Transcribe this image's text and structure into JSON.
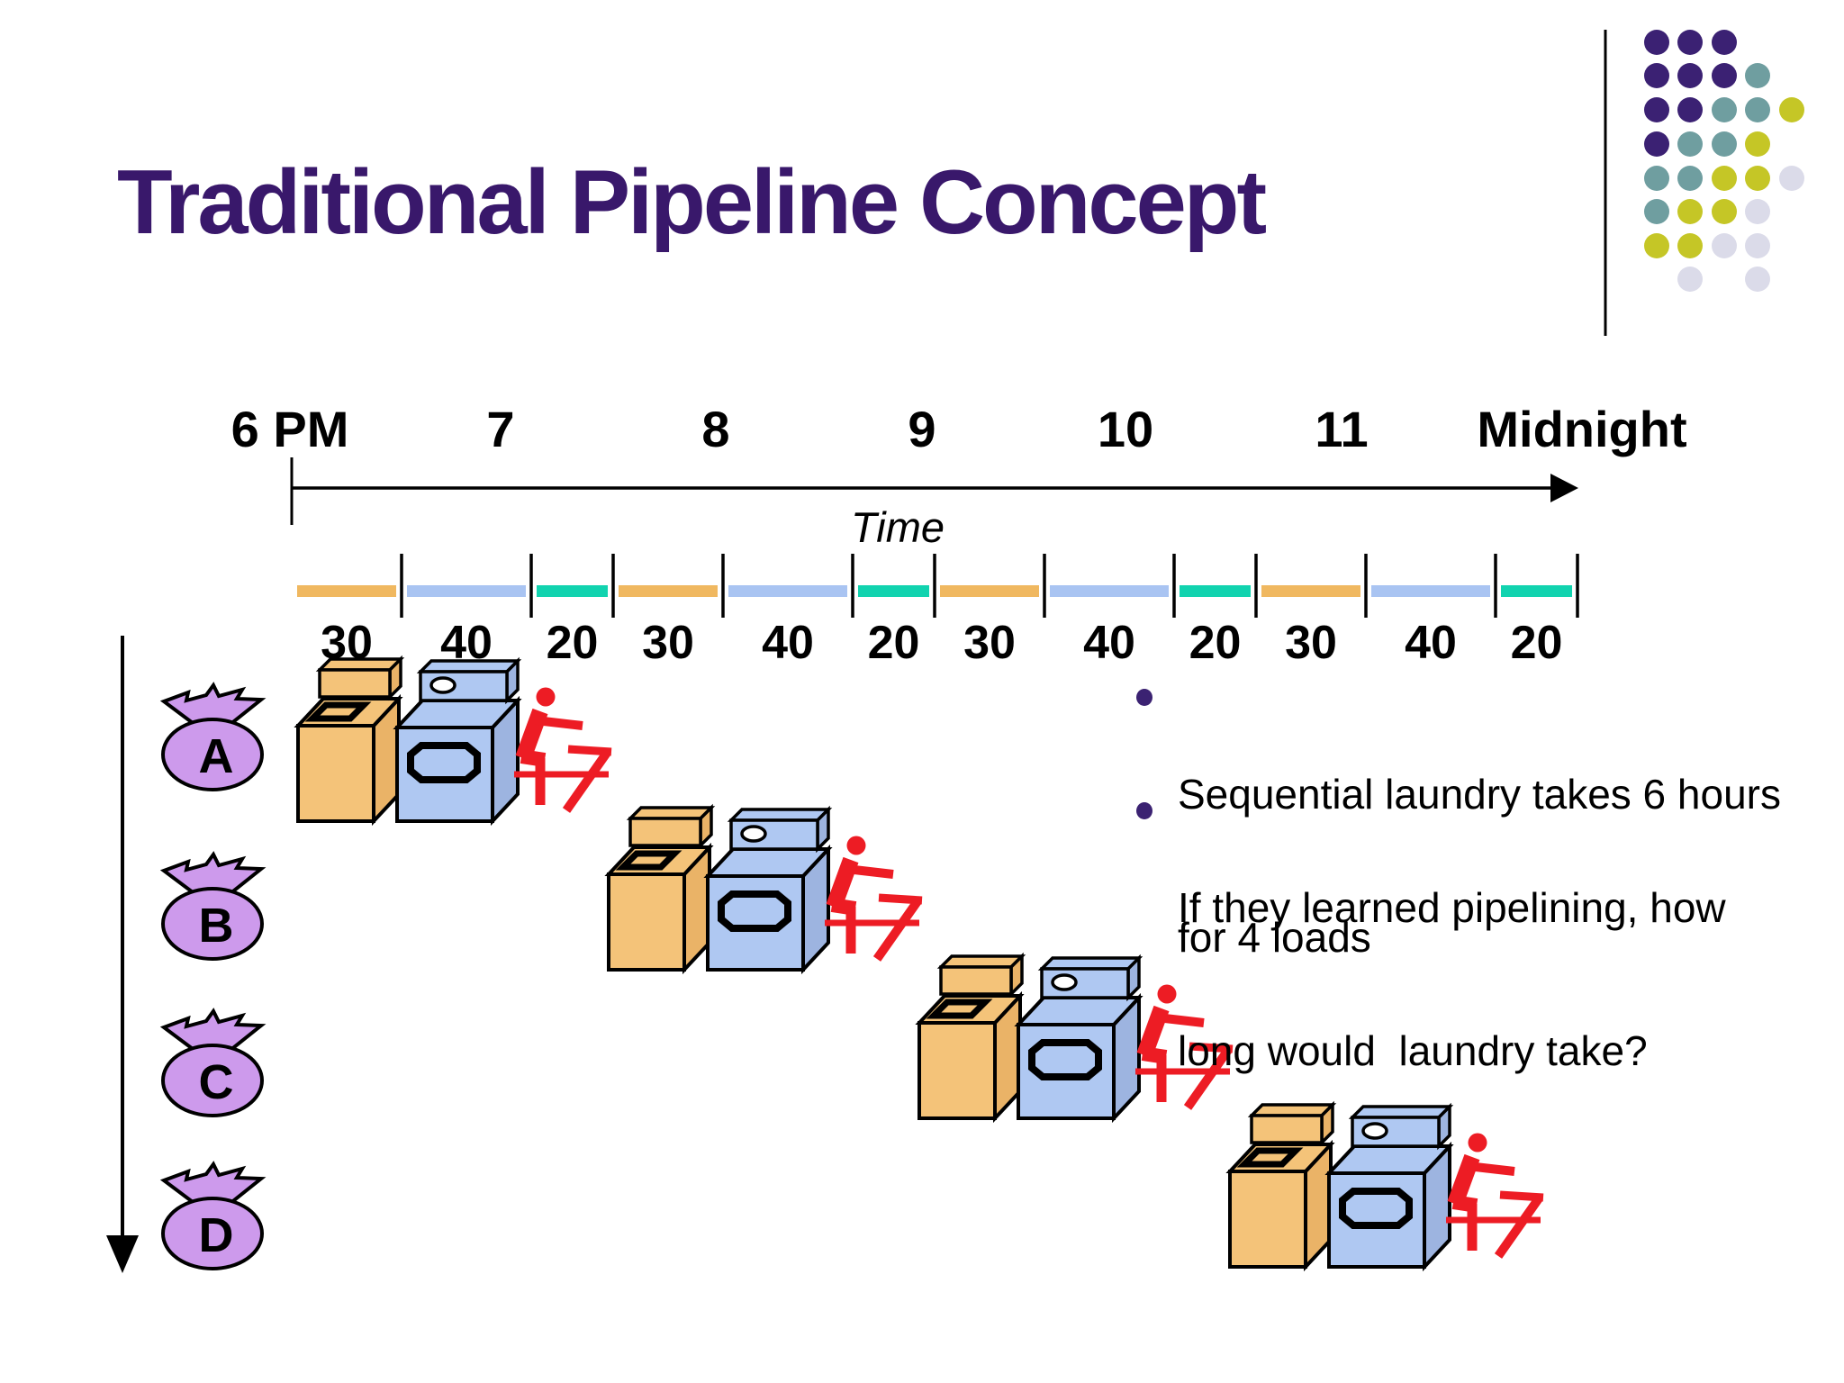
{
  "slide": {
    "title": "Traditional Pipeline Concept"
  },
  "decoration": {
    "dot_colors": {
      "P": "#3B2173",
      "T": "#6F9EA0",
      "Y": "#C5C626",
      "L": "#DBDBE9"
    },
    "dot_rows": [
      "PPP..",
      "PPPT.",
      "PPTTY",
      "PTTY.",
      "TTYYL",
      "TYYL.",
      "YYLL.",
      ".L.L."
    ]
  },
  "timeline": {
    "hour_labels": [
      "6 PM",
      "7",
      "8",
      "9",
      "10",
      "11",
      "Midnight"
    ],
    "axis_label": "Time",
    "cycles": 4,
    "stage_pattern": [
      {
        "name": "wash",
        "minutes": 30,
        "label": "30",
        "color": "#F0B860"
      },
      {
        "name": "dry",
        "minutes": 40,
        "label": "40",
        "color": "#A9C4F2"
      },
      {
        "name": "fold",
        "minutes": 20,
        "label": "20",
        "color": "#11D3AF"
      }
    ]
  },
  "loads": [
    {
      "label": "A"
    },
    {
      "label": "B"
    },
    {
      "label": "C"
    },
    {
      "label": "D"
    }
  ],
  "bullets": [
    {
      "lines": [
        "Sequential laundry takes 6 hours",
        "for 4 loads"
      ]
    },
    {
      "lines": [
        "If they learned pipelining, how",
        "long would  laundry take?"
      ]
    }
  ],
  "colors": {
    "title": "#39186B",
    "bullet_dot": "#3B2272",
    "washer": "#F4C379",
    "washer_side": "#EAB367",
    "dryer": "#AFC8F2",
    "dryer_side": "#9DB4E0",
    "person_red": "#ED1C24",
    "bag": "#CD9AEC",
    "outline": "#000000"
  }
}
